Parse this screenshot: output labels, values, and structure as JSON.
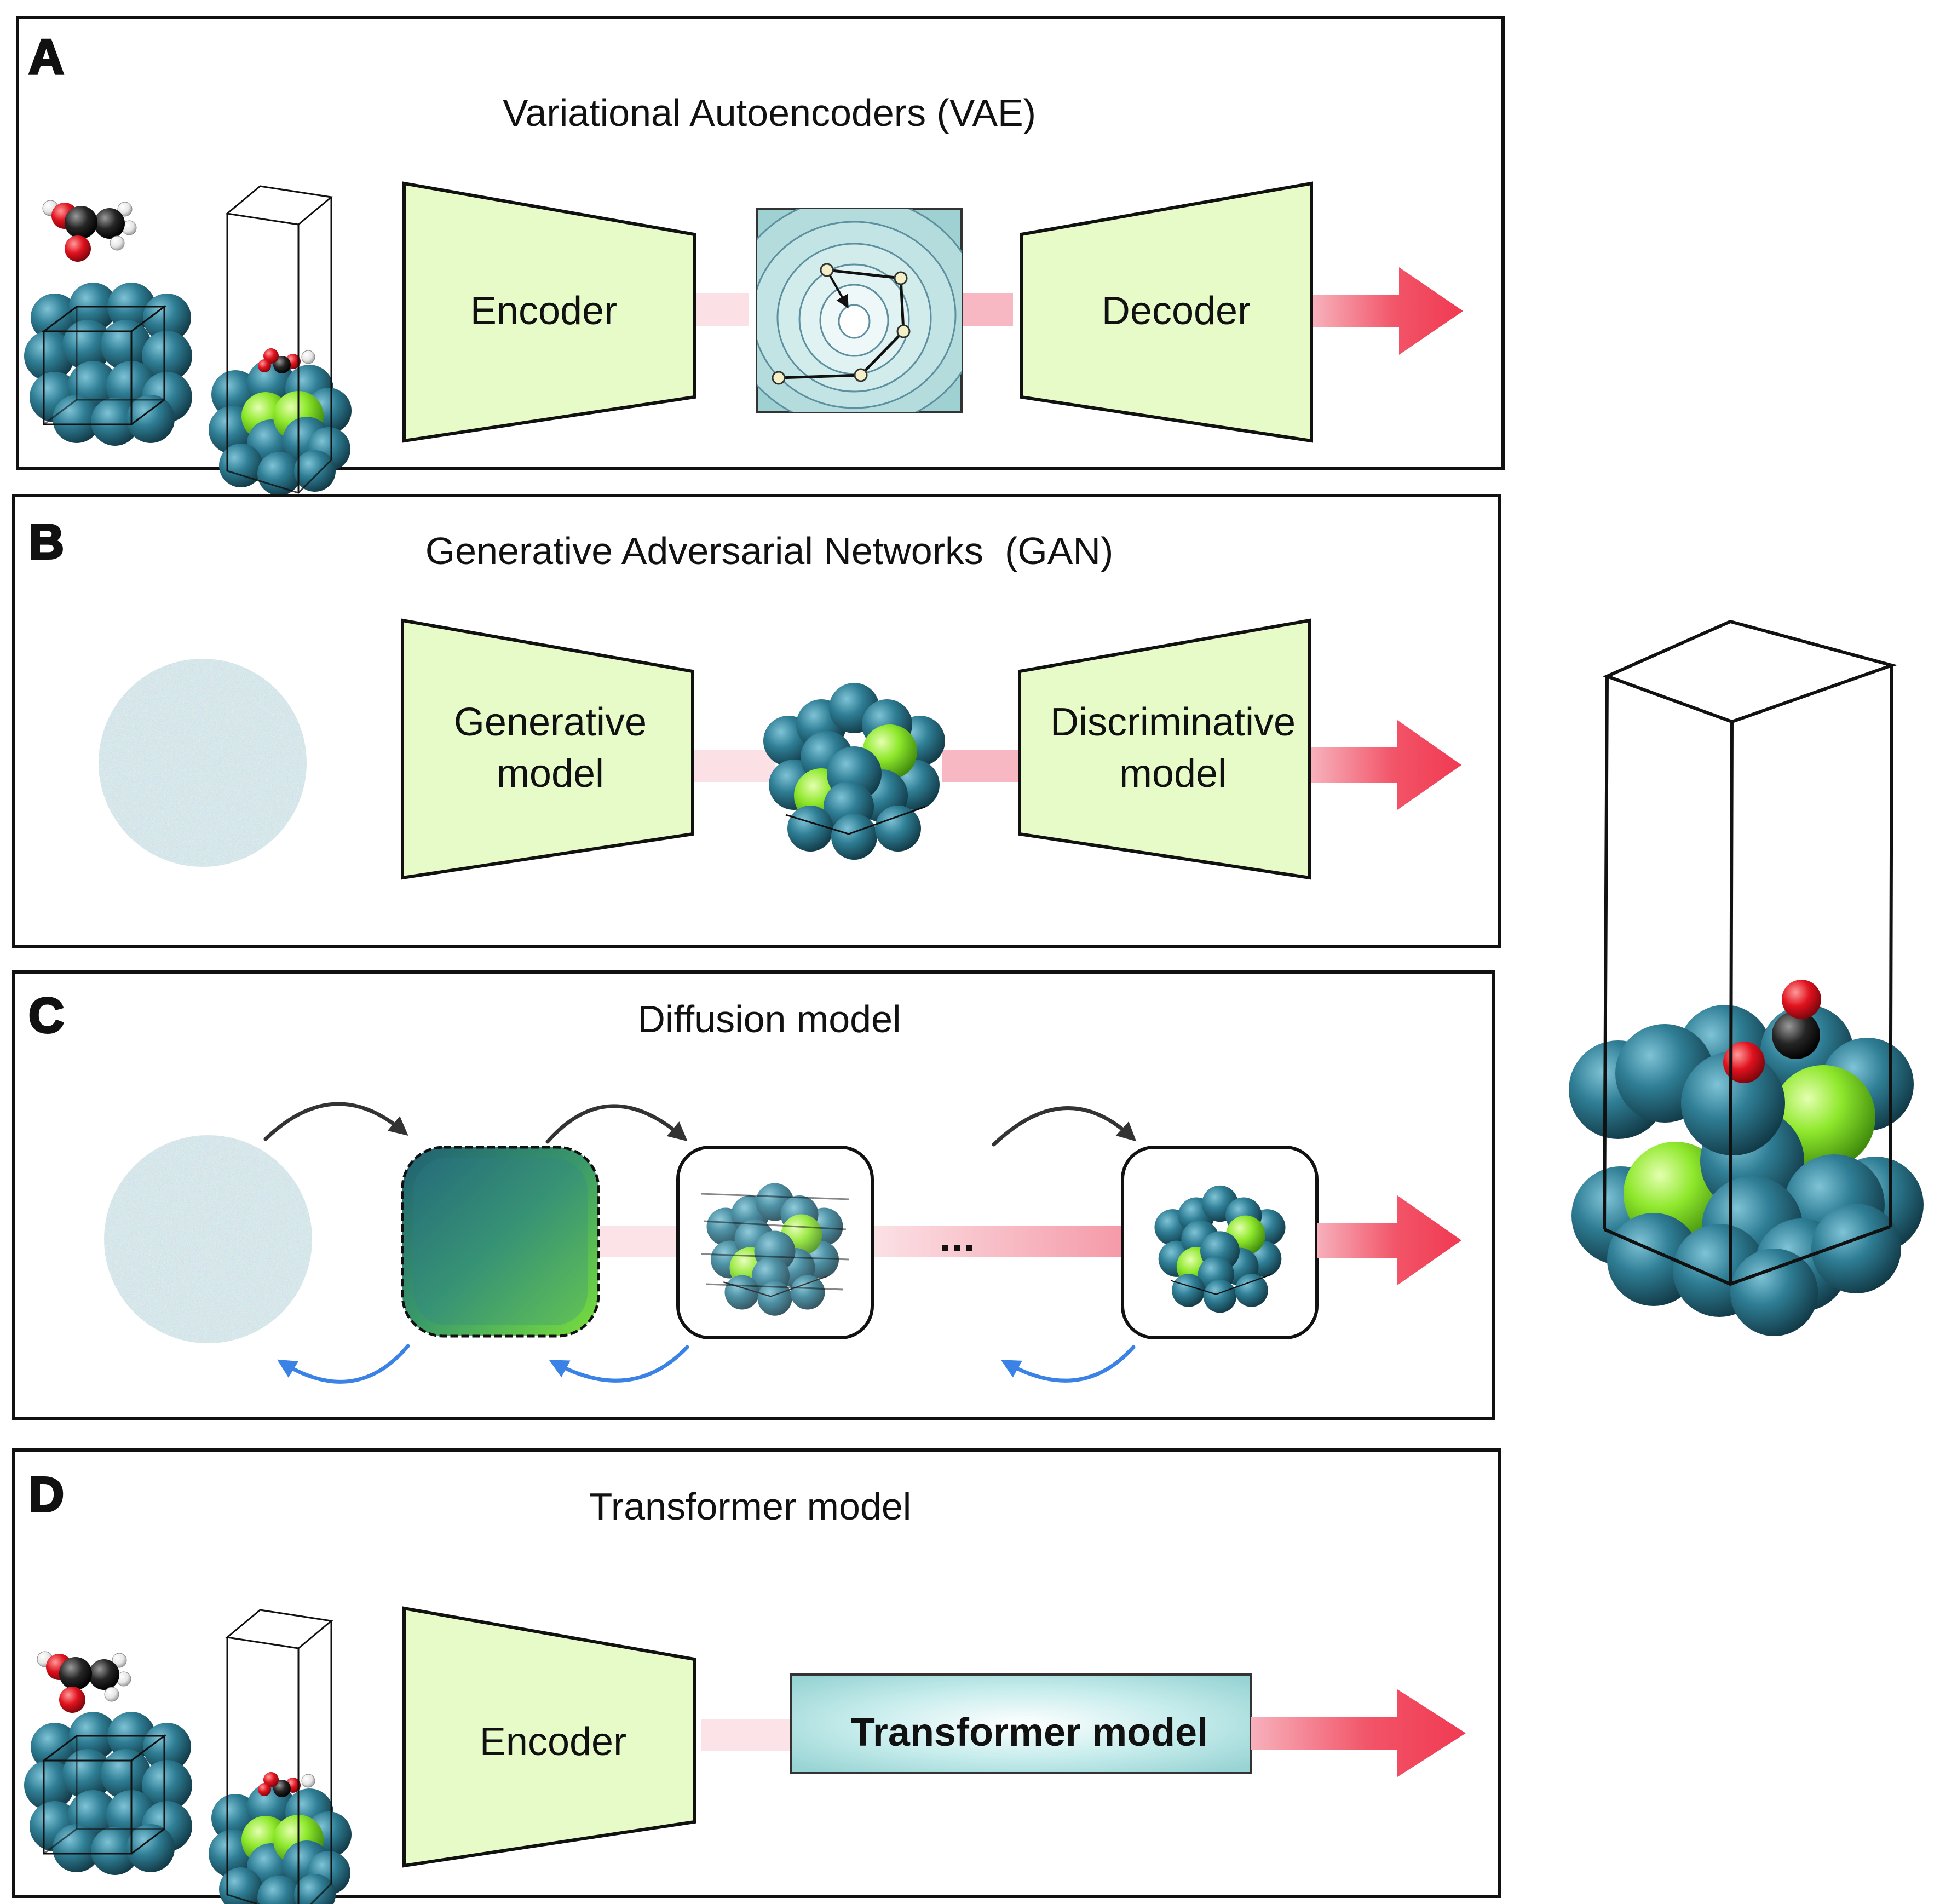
{
  "panels": {
    "a": {
      "letter": "A",
      "title": "Variational Autoencoders (VAE)",
      "encoder": "Encoder",
      "decoder": "Decoder"
    },
    "b": {
      "letter": "B",
      "title": "Generative Adversarial Networks  (GAN)",
      "generative": [
        "Generative",
        "model"
      ],
      "discriminative": [
        "Discriminative",
        "model"
      ]
    },
    "c": {
      "letter": "C",
      "title": "Diffusion model",
      "ellipsis": "..."
    },
    "d": {
      "letter": "D",
      "title": "Transformer model",
      "encoder": "Encoder",
      "transformer": "Transformer model"
    }
  },
  "colors": {
    "trapezoid_fill": "#e6fbc8",
    "atom_teal": "#2f7e95",
    "atom_green": "#8fe82c",
    "oxygen_red": "#e0121e",
    "carbon_black": "#262626",
    "arrow_red": "#f25468",
    "arrow_pink": "#f7c4cc",
    "forward_arrow": "#333333",
    "reverse_arrow": "#3a82e6",
    "transformer_box": "#a8dede"
  },
  "icons": [
    "molecule-icon",
    "cluster-icon",
    "slab-cell-icon",
    "noise-disk-icon",
    "latent-map-icon"
  ]
}
